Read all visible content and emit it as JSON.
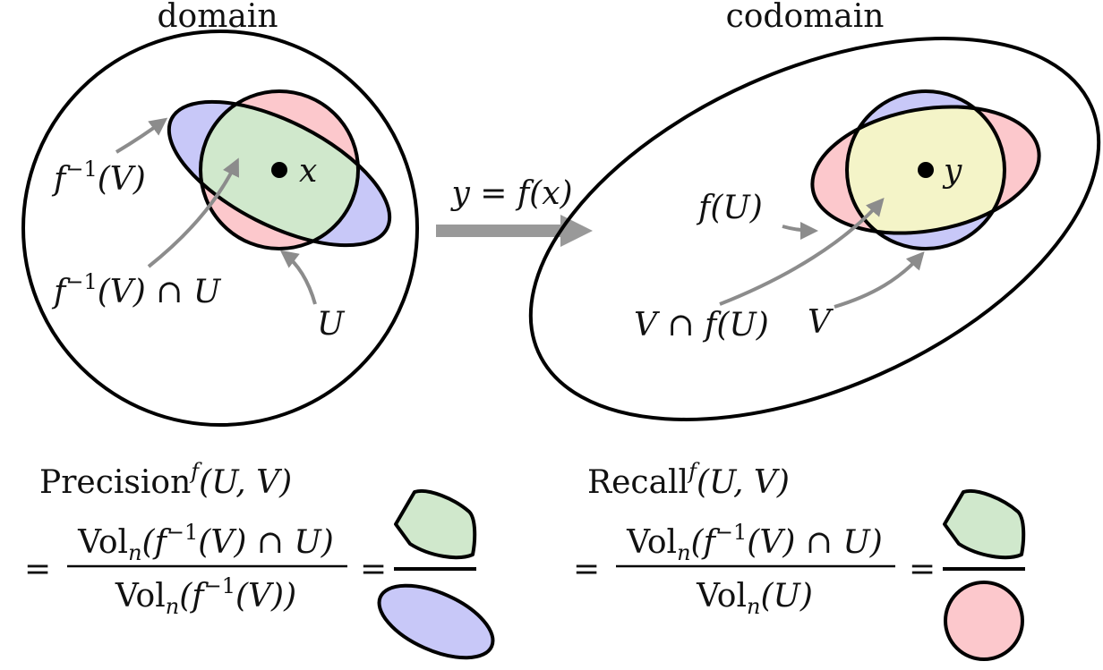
{
  "domain": {
    "title": "domain",
    "point_label": "x",
    "label_preimage": {
      "base": "f",
      "sup": "−1",
      "rest": "(V)"
    },
    "label_intersection": {
      "base": "f",
      "sup": "−1",
      "rest": "(V) ∩ U"
    },
    "label_U": "U"
  },
  "arrow": {
    "label": "y = f(x)"
  },
  "codomain": {
    "title": "codomain",
    "point_label": "y",
    "label_fU": "f(U)",
    "label_intersection": "V ∩ f(U)",
    "label_V": "V"
  },
  "precision": {
    "title_main": "Precision",
    "title_sup": "f",
    "title_args": "(U, V)",
    "eq": "=",
    "numerator": {
      "pre": "Vol",
      "sub": "n",
      "a": "(f",
      "sup": "−1",
      "b": "(V) ∩ U)"
    },
    "denominator": {
      "pre": "Vol",
      "sub": "n",
      "a": "(f",
      "sup": "−1",
      "b": "(V))"
    },
    "eq2": "="
  },
  "recall": {
    "title_main": "Recall",
    "title_sup": "f",
    "title_args": "(U, V)",
    "eq": "=",
    "numerator": {
      "pre": "Vol",
      "sub": "n",
      "a": "(f",
      "sup": "−1",
      "b": "(V) ∩ U)"
    },
    "denominator": {
      "pre": "Vol",
      "sub": "n",
      "b": "(U)"
    },
    "eq2": "="
  },
  "colors": {
    "blue": "#c8c8f8",
    "red": "#fcc8cc",
    "green": "#d0e8cc",
    "yellow": "#f4f4c8",
    "stroke": "#000000",
    "arrow": "#999999"
  }
}
